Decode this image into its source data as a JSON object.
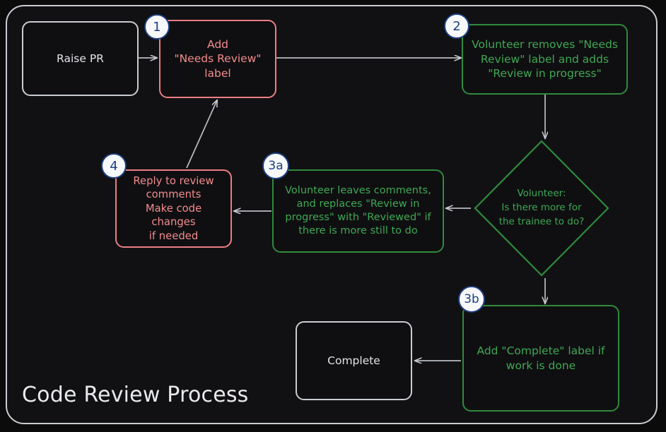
{
  "diagram": {
    "title": "Code Review Process",
    "colors": {
      "background": "#0b0b0c",
      "frame_border": "#c9ccd1",
      "neutral": "#c9ccd1",
      "neutral_text": "#e2e4e8",
      "red": "#eb7f82",
      "red_text": "#f28b8e",
      "green": "#2f8b3c",
      "green_text": "#3fa854",
      "badge_fill": "#f7f8fa",
      "badge_border": "#1d3f80",
      "badge_text": "#1d3f80",
      "edge": "#c9ccd1"
    },
    "nodes": [
      {
        "id": "raise-pr",
        "label": "Raise PR",
        "shape": "rounded-rect",
        "style": "neutral",
        "badge": null
      },
      {
        "id": "add-needs-review-label",
        "label": "Add\n\"Needs Review\"\nlabel",
        "shape": "rounded-rect",
        "style": "red",
        "badge": "1"
      },
      {
        "id": "volunteer-swaps-label",
        "label": "Volunteer removes \"Needs\nReview\" label and adds\n\"Review in progress\"",
        "shape": "rounded-rect",
        "style": "green",
        "badge": "2"
      },
      {
        "id": "decision-more-for-trainee",
        "label": "Volunteer:\nIs there more for\nthe trainee to do?",
        "shape": "diamond",
        "style": "green",
        "badge": null
      },
      {
        "id": "volunteer-leaves-comments",
        "label": "Volunteer leaves comments,\nand replaces \"Review in\nprogress\" with \"Reviewed\" if\nthere is more still to do",
        "shape": "rounded-rect",
        "style": "green",
        "badge": "3a"
      },
      {
        "id": "reply-to-review-comments",
        "label": "Reply to review\ncomments\nMake code changes\nif needed",
        "shape": "rounded-rect",
        "style": "red",
        "badge": "4"
      },
      {
        "id": "add-complete-label",
        "label": "Add \"Complete\" label if\nwork is done",
        "shape": "rounded-rect",
        "style": "green",
        "badge": "3b"
      },
      {
        "id": "complete",
        "label": "Complete",
        "shape": "rounded-rect",
        "style": "neutral",
        "badge": null
      }
    ],
    "edges": [
      {
        "id": "edge-raise-pr-to-add-label",
        "from": "raise-pr",
        "to": "add-needs-review-label",
        "label": "",
        "direction": "right"
      },
      {
        "id": "edge-add-label-to-volunteer-swaps",
        "from": "add-needs-review-label",
        "to": "volunteer-swaps-label",
        "label": "",
        "direction": "right"
      },
      {
        "id": "edge-volunteer-swaps-to-decision",
        "from": "volunteer-swaps-label",
        "to": "decision-more-for-trainee",
        "label": "",
        "direction": "down"
      },
      {
        "id": "edge-decision-to-leaves-comments",
        "from": "decision-more-for-trainee",
        "to": "volunteer-leaves-comments",
        "label": "",
        "direction": "left"
      },
      {
        "id": "edge-decision-to-add-complete",
        "from": "decision-more-for-trainee",
        "to": "add-complete-label",
        "label": "",
        "direction": "down"
      },
      {
        "id": "edge-leaves-comments-to-reply",
        "from": "volunteer-leaves-comments",
        "to": "reply-to-review-comments",
        "label": "",
        "direction": "left"
      },
      {
        "id": "edge-reply-to-add-label",
        "from": "reply-to-review-comments",
        "to": "add-needs-review-label",
        "label": "",
        "direction": "up-right"
      },
      {
        "id": "edge-add-complete-to-complete",
        "from": "add-complete-label",
        "to": "complete",
        "label": "",
        "direction": "left"
      }
    ],
    "badges": [
      {
        "id": "badge-1",
        "text": "1"
      },
      {
        "id": "badge-2",
        "text": "2"
      },
      {
        "id": "badge-3a",
        "text": "3a"
      },
      {
        "id": "badge-4",
        "text": "4"
      },
      {
        "id": "badge-3b",
        "text": "3b"
      }
    ]
  }
}
